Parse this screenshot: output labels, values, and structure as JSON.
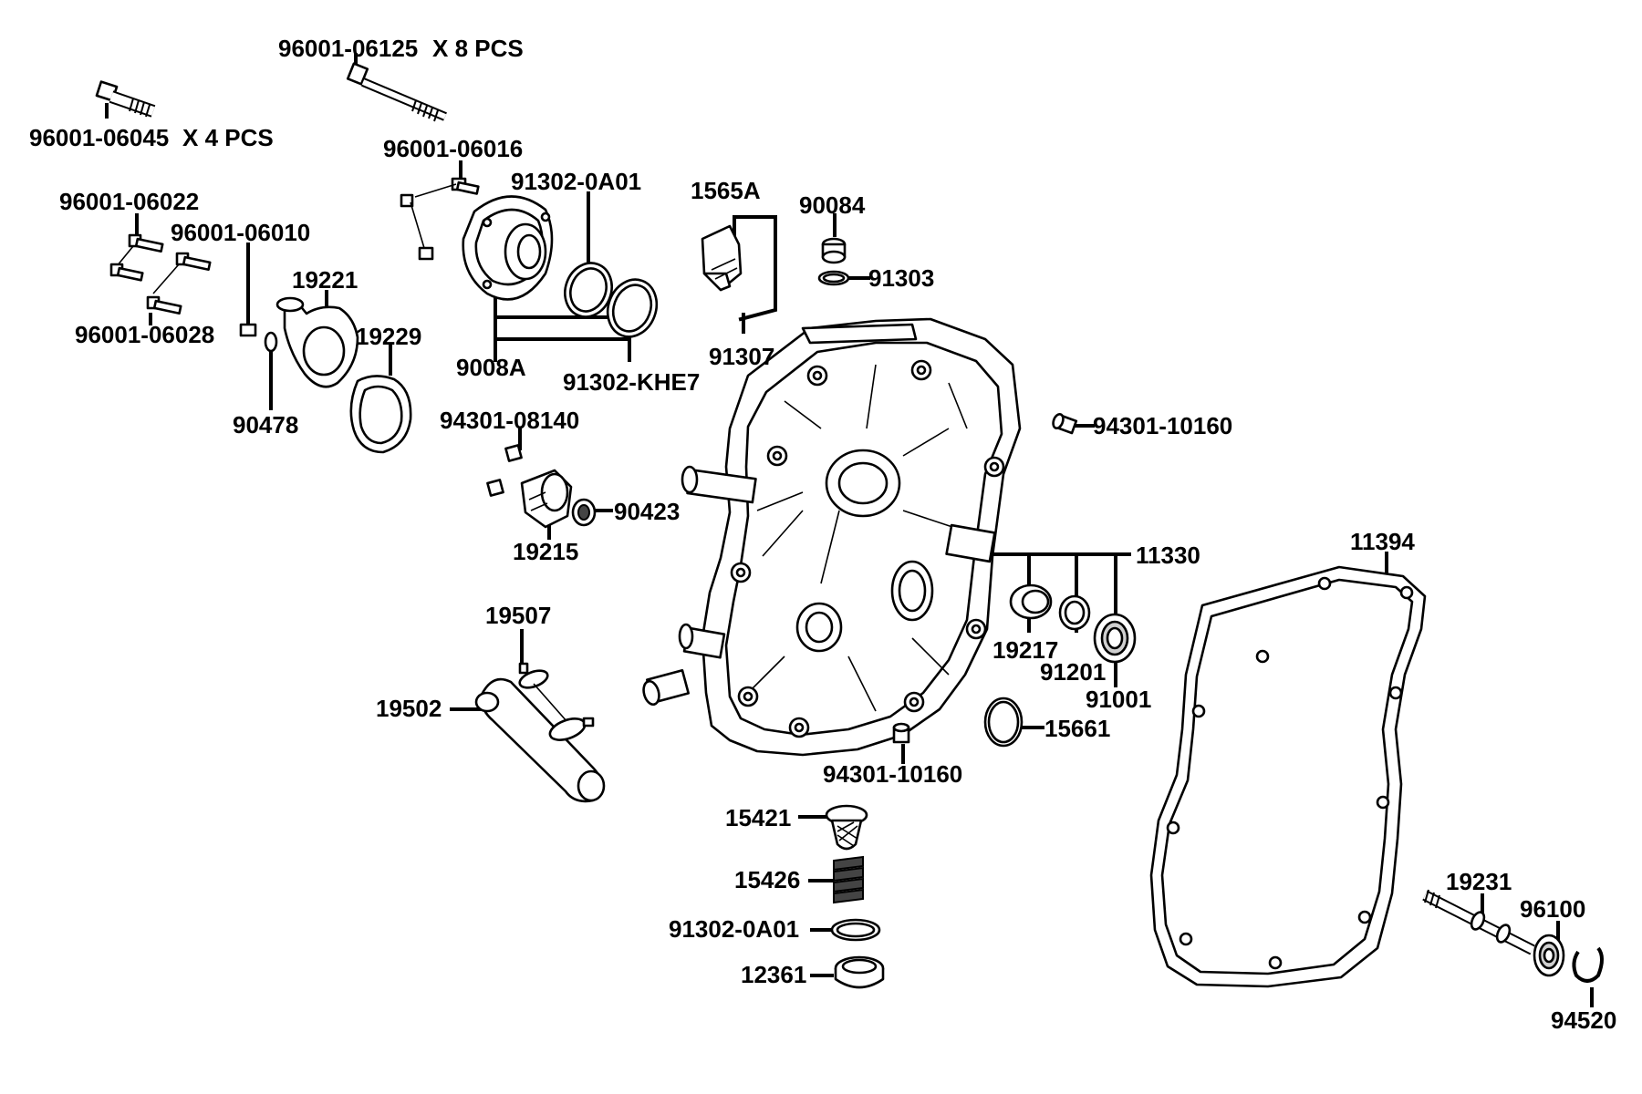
{
  "labels": {
    "p96001_06125": "96001-06125",
    "p96001_06125_qty": "X 8 PCS",
    "p96001_06045": "96001-06045",
    "p96001_06045_qty": "X 4 PCS",
    "p96001_06016": "96001-06016",
    "p91302_0A01_top": "91302-0A01",
    "p1565A": "1565A",
    "p90084": "90084",
    "p91303": "91303",
    "p96001_06022": "96001-06022",
    "p96001_06010": "96001-06010",
    "p19221": "19221",
    "p19229": "19229",
    "p96001_06028": "96001-06028",
    "p9008A": "9008A",
    "p91302_KHE7": "91302-KHE7",
    "p91307": "91307",
    "p90478": "90478",
    "p94301_08140": "94301-08140",
    "p94301_10160_right": "94301-10160",
    "p90423": "90423",
    "p19215": "19215",
    "p11330": "11330",
    "p11394": "11394",
    "p19217": "19217",
    "p91201": "91201",
    "p91001": "91001",
    "p19507": "19507",
    "p19502": "19502",
    "p15661": "15661",
    "p94301_10160_bottom": "94301-10160",
    "p15421": "15421",
    "p15426": "15426",
    "p91302_0A01_bottom": "91302-0A01",
    "p12361": "12361",
    "p19231": "19231",
    "p96100": "96100",
    "p94520": "94520"
  }
}
